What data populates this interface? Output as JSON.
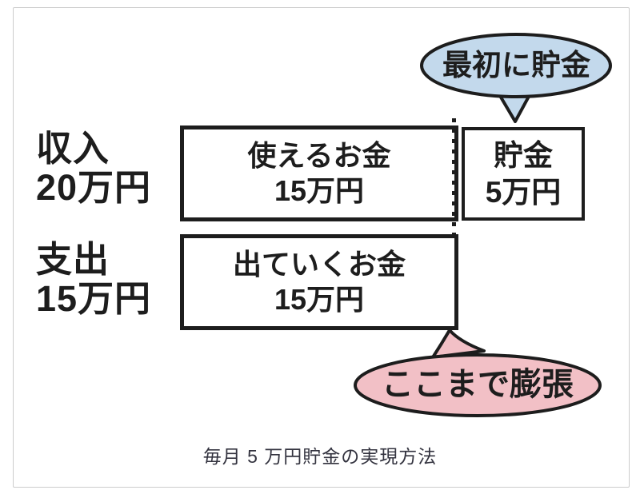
{
  "bubbles": {
    "top": {
      "label": "最初に貯金",
      "fill": "#c3d9ec"
    },
    "bottom": {
      "label": "ここまで膨張",
      "fill": "#f2c0c6"
    }
  },
  "rows": [
    {
      "label_line1": "収入",
      "label_line2": "20万円",
      "box_line1": "使えるお金",
      "box_line2": "15万円"
    },
    {
      "label_line1": "支出",
      "label_line2": "15万円",
      "box_line1": "出ていくお金",
      "box_line2": "15万円"
    }
  ],
  "savings_box": {
    "line1": "貯金",
    "line2": "5万円"
  },
  "caption": "毎月 5 万円貯金の実現方法",
  "colors": {
    "bubble_top_fill": "#c3d9ec",
    "bubble_bottom_fill": "#f2c0c6",
    "outline": "#1d1d1d",
    "text": "#1d1d1d",
    "caption_text": "#33333f",
    "frame_border": "#cccccc"
  }
}
